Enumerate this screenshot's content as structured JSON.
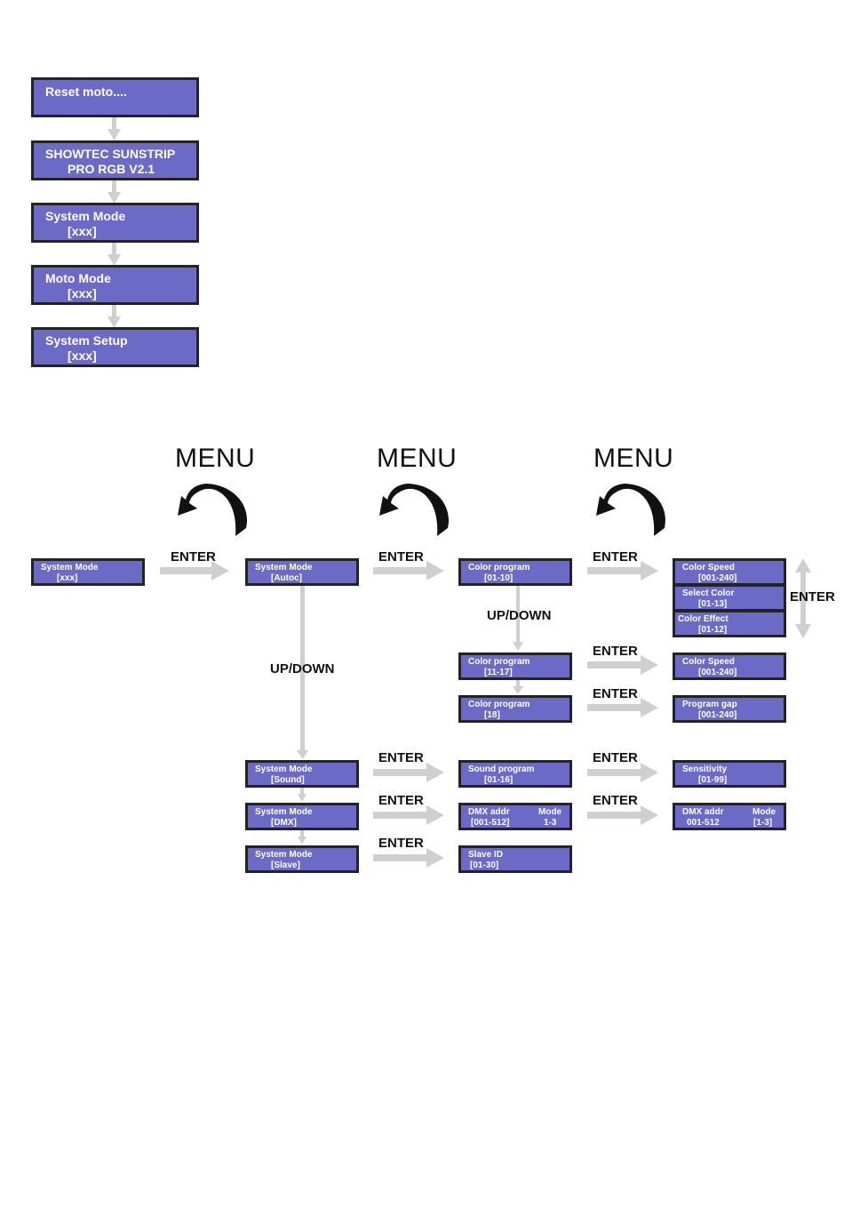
{
  "startup": {
    "reset": "Reset moto....",
    "showtec_l1": "SHOWTEC SUNSTRIP",
    "showtec_l2": "PRO RGB V2.1",
    "system_mode_l1": "System Mode",
    "system_mode_l2": "[xxx]",
    "moto_mode_l1": "Moto Mode",
    "moto_mode_l2": "[xxx]",
    "system_setup_l1": "System Setup",
    "system_setup_l2": "[xxx]"
  },
  "labels": {
    "menu": "MENU",
    "enter": "ENTER",
    "updown": "UP/DOWN"
  },
  "menu_tree": {
    "root": {
      "l1": "System Mode",
      "l2": "[xxx]"
    },
    "mode_autoc": {
      "l1": "System Mode",
      "l2": "[Autoc]"
    },
    "mode_sound": {
      "l1": "System Mode",
      "l2": "[Sound]"
    },
    "mode_dmx": {
      "l1": "System Mode",
      "l2": "[DMX]"
    },
    "mode_slave": {
      "l1": "System Mode",
      "l2": "[Slave]"
    },
    "color_program_a": {
      "l1": "Color program",
      "l2": "[01-10]"
    },
    "color_program_b": {
      "l1": "Color program",
      "l2": "[11-17]"
    },
    "color_program_c": {
      "l1": "Color program",
      "l2": "[18]"
    },
    "sound_program": {
      "l1": "Sound program",
      "l2": "[01-16]"
    },
    "dmx_addr": {
      "l1": "DMX addr",
      "l1b": "Mode",
      "l2": "[001-512]",
      "l2b": "1-3"
    },
    "slave_id": {
      "l1": "Slave ID",
      "l2": "[01-30]"
    },
    "color_speed_a": {
      "l1": "Color Speed",
      "l2": "[001-240]"
    },
    "select_color": {
      "l1": "Select Color",
      "l2": "[01-13]"
    },
    "color_effect": {
      "l1": "Color Effect",
      "l2": "[01-12]"
    },
    "color_speed_b": {
      "l1": "Color Speed",
      "l2": "[001-240]"
    },
    "program_gap": {
      "l1": "Program gap",
      "l2": "[001-240]"
    },
    "sensitivity": {
      "l1": "Sensitivity",
      "l2": "[01-99]"
    },
    "dmx_addr_mode": {
      "l1": "DMX addr",
      "l1b": "Mode",
      "l2": "001-512",
      "l2b": "[1-3]"
    }
  },
  "colors": {
    "lcd": "#6b6bc7",
    "border": "#232323",
    "arrow": "#cfcfcf"
  }
}
